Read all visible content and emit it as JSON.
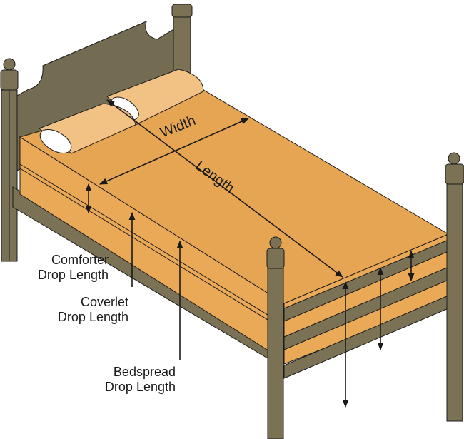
{
  "labels": {
    "width": "Width",
    "length": "Length",
    "comforter": [
      "Comforter",
      "Drop Length"
    ],
    "coverlet": [
      "Coverlet",
      "Drop Length"
    ],
    "bedspread": [
      "Bedspread",
      "Drop Length"
    ]
  },
  "colors": {
    "frame": "#7b7155",
    "headboard": "#736b52",
    "top": "#e6a552",
    "side": "#e9a956",
    "pillow": "#f1c284",
    "line": "#1a1a1a"
  }
}
